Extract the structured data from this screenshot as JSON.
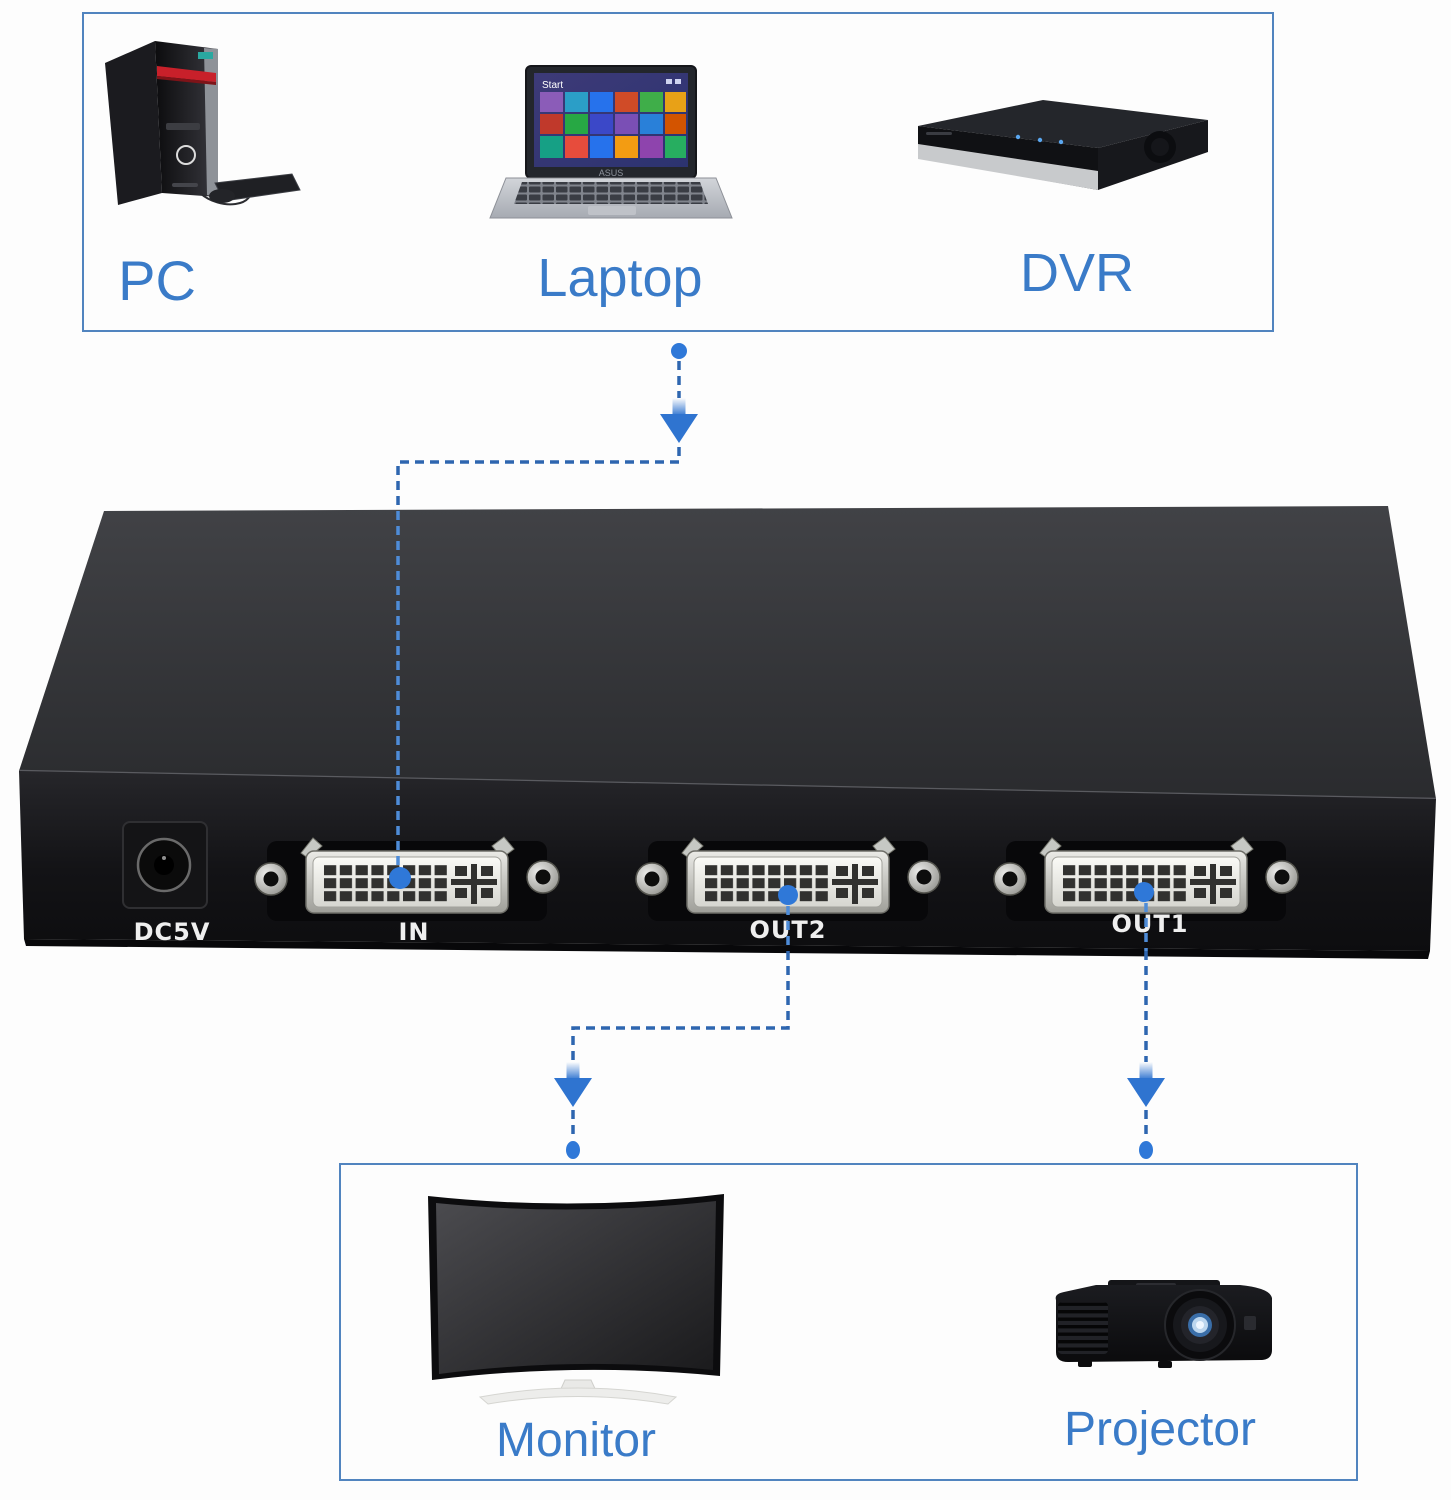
{
  "sources_box": {
    "items": [
      {
        "label": "PC"
      },
      {
        "label": "Laptop"
      },
      {
        "label": "DVR"
      }
    ]
  },
  "outputs_box": {
    "items": [
      {
        "label": "Monitor"
      },
      {
        "label": "Projector"
      }
    ]
  },
  "splitter": {
    "ports": [
      {
        "label": "DC5V"
      },
      {
        "label": "IN"
      },
      {
        "label": "OUT2"
      },
      {
        "label": "OUT1"
      }
    ]
  },
  "laptop": {
    "screen_text": "Start",
    "brand": "ASUS"
  },
  "palette": {
    "box_border_blue": "#5184bf",
    "dash_blue": "#2e66b0",
    "dash_blue_light": "#4e8cd8",
    "arrow_blue": "#2f74d0",
    "dot_blue": "#2f78d8",
    "label_blue": "#3a7bc8",
    "device_black": "#141416",
    "dvi_face_white": "#efefe9"
  }
}
